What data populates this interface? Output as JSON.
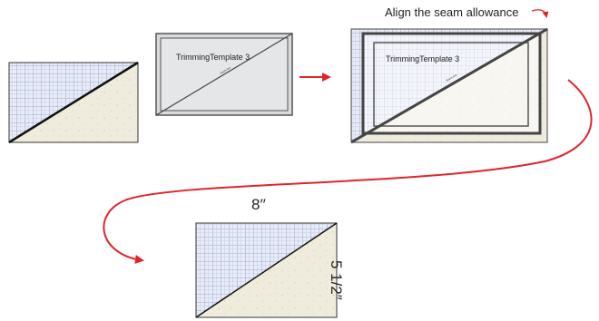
{
  "diagram": {
    "caption": "Align the seam allowance",
    "template_label": "TrimmingTemplate 3",
    "template_small_text": "Seam line",
    "width_label": "8′′",
    "height_label": "5 1/2″",
    "colors": {
      "grid_fabric": "#e9ecf6",
      "grid_line": "#9aa6d4",
      "cream_fabric": "#f0ecdd",
      "template_fill": "#e4e6e8",
      "template_frame": "#555555",
      "arrow": "#e0242a",
      "outline": "#111111"
    }
  }
}
